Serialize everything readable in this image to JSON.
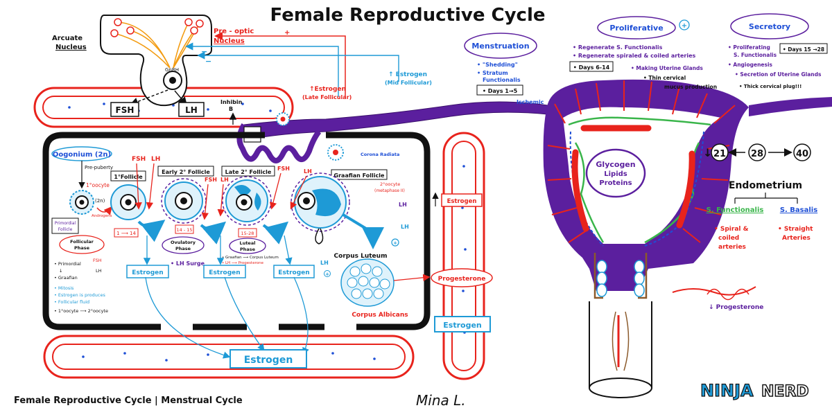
{
  "title": "Female Reproductive Cycle",
  "footer": "Female Reproductive Cycle | Menstrual Cycle",
  "signature": "Mina L.",
  "logo": {
    "ninja": "NINJA",
    "nerd": "NERD"
  },
  "colors": {
    "red": "#e8231c",
    "blue": "#1e9ad6",
    "purple": "#5b1f9e",
    "green": "#39b54a",
    "orange": "#f39c12",
    "black": "#111111",
    "brown": "#8b5a2b"
  },
  "brain": {
    "arcuate": [
      "Arcuate",
      "Nucleus"
    ],
    "preoptic": [
      "Pre - optic",
      "Nucleus"
    ],
    "gnrh": "GnRH",
    "fsh": "FSH",
    "lh": "LH",
    "inhibin": [
      "Inhibin",
      "B"
    ],
    "plus": "+",
    "minus": "−",
    "estrogen_late": [
      "↑Estrogen",
      "(Late Follicular)"
    ],
    "estrogen_mid": [
      "↑ Estrogen",
      "(Mid Follicular)"
    ]
  },
  "ovary": {
    "oogonium": "Oogonium (2n)",
    "pre_puberty": "Pre-puberty",
    "primary_oocyte": "1°oocyte",
    "two_n": "(2n)",
    "androgens": "Androgens",
    "primordial_follicle": [
      "Primordial",
      "Follicle"
    ],
    "primary_follicle": "1°Follicle",
    "early_follicle": "Early 2° Follicle",
    "late_follicle": "Late 2° Follicle",
    "graafian": "Graafian Follicle",
    "corona": "Corona Radiata",
    "secondary_oocyte": [
      "2°oocyte",
      "(metaphase II)"
    ],
    "fsh": "FSH",
    "lh": "LH",
    "days_1_14": "1 ⟶ 14",
    "days_14_15": "14 - 15",
    "days_15_28": "15-28",
    "ovulatory": [
      "Ovulatory",
      "Phase"
    ],
    "luteal": [
      "Luteal",
      "Phase"
    ],
    "luteal_notes": [
      "• Graafian ⟶ Corpus Luteum",
      "• LH ⟶ Progesterone"
    ],
    "lh_surge": "• LH Surge",
    "follicular_phase": [
      "Follicular",
      "Phase"
    ],
    "notes": [
      "• Primordial",
      "↓",
      "• Graafian",
      "• Mitosis",
      "• Estrogen is produces",
      "• Follicular fluid",
      "• 1°oocyte ⟶ 2°oocyte"
    ],
    "estrogen": "Estrogen",
    "corpus_luteum": "Corpus Luteum",
    "corpus_albicans": "Corpus Albicans",
    "progesterone": "Progesterone",
    "estrogen_big": "Estrogen",
    "estrogen_side": "Estrogen"
  },
  "phases": {
    "menstruation": {
      "title": "Menstruation",
      "items": [
        "• \"Shedding\"",
        "• Stratum",
        "Functionalis"
      ],
      "days": "• Days 1→5",
      "ischemic": "Ischemic"
    },
    "proliferative": {
      "title": "Proliferative",
      "items": [
        "• Regenerate S. Functionalis",
        "• Regenerate spiraled & coiled arteries"
      ],
      "days": "• Days 6-14",
      "extra": [
        "• Making Uterine Glands",
        "• Thin cervical",
        "mucus production"
      ]
    },
    "secretory": {
      "title": "Secretory",
      "items": [
        "• Proliferating",
        "S. Functionalis",
        "• Angiogenesis",
        "• Secretion of Uterine Glands",
        "• Thick cervical plug!!!"
      ],
      "days": "• Days 15 →28"
    }
  },
  "uterus": {
    "contents": [
      "Glycogen",
      "Lipids",
      "Proteins"
    ],
    "cycle": [
      "21",
      "28",
      "40"
    ],
    "endometrium": "Endometrium",
    "functionalis": "S. Functionalis",
    "basalis": "S. Basalis",
    "functionalis_desc": [
      "• Spiral &",
      "coiled",
      "arteries"
    ],
    "basalis_desc": [
      "• Straight",
      "Arteries"
    ],
    "progesterone_drop": "↓ Progesterone"
  }
}
